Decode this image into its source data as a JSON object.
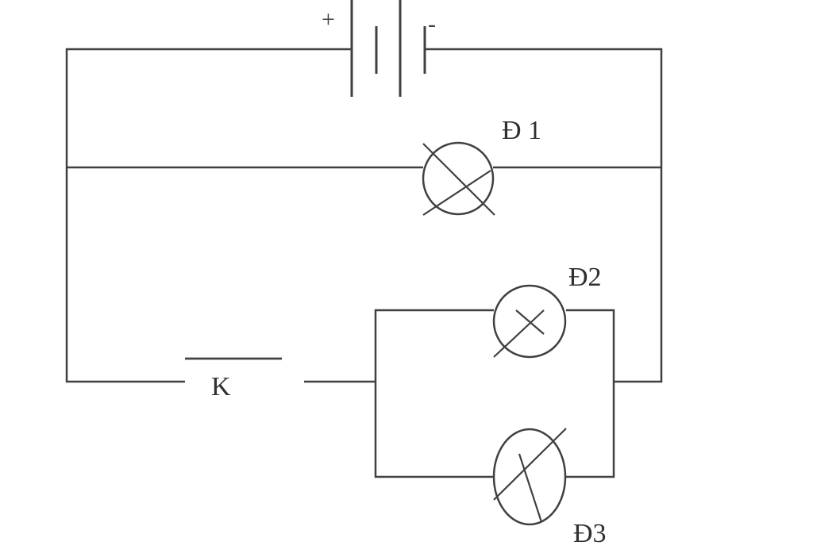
{
  "battery": {
    "positive_sign": "+",
    "negative_sign": "-"
  },
  "lamps": {
    "d1": "Đ 1",
    "d2": "Đ2",
    "d3": "Đ3"
  },
  "switch": {
    "label": "K"
  },
  "colors": {
    "line": "#404040",
    "text": "#303030",
    "background": "#ffffff"
  }
}
